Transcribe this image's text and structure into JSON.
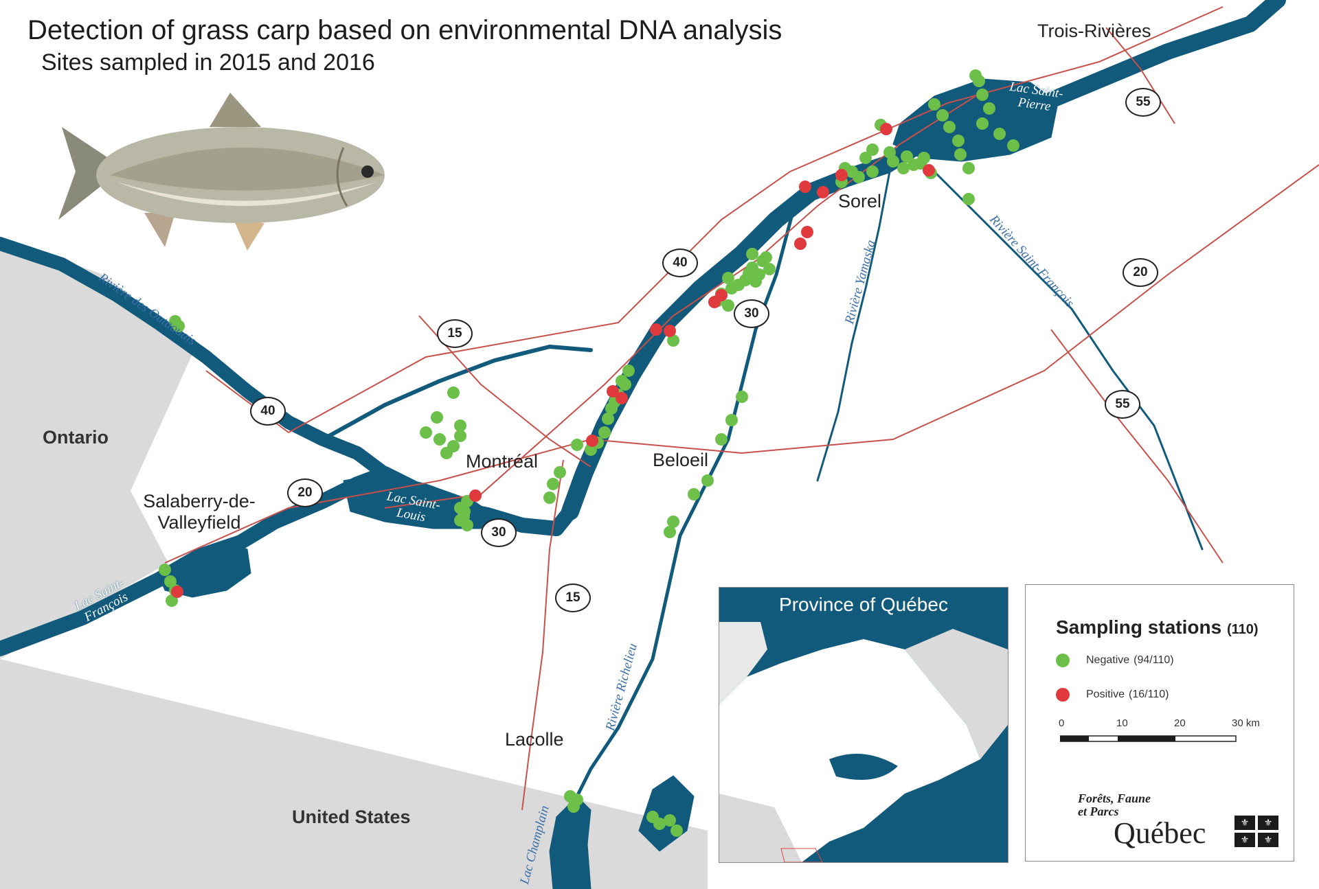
{
  "title": "Detection of grass carp based on environmental DNA analysis",
  "subtitle": "Sites sampled in 2015 and 2016",
  "places": {
    "trois_rivieres": "Trois-Rivières",
    "sorel": "Sorel",
    "montreal": "Montréal",
    "beloeil": "Beloeil",
    "salaberry": "Salaberry-de-Valleyfield",
    "lacolle": "Lacolle"
  },
  "regions": {
    "ontario": "Ontario",
    "united_states": "United States"
  },
  "water_labels": {
    "lac_saint_pierre": "Lac Saint-Pierre",
    "lac_saint_louis": "Lac Saint-Louis",
    "lac_saint_francois": "Lac Saint-François",
    "riviere_outaouais": "Rivière des Outaouais",
    "riviere_yamaska": "Rivière Yamaska",
    "riviere_saint_francois": "Rivière Saint-François",
    "riviere_richelieu": "Rivière Richelieu",
    "lac_champlain": "Lac Champlain"
  },
  "highways": [
    "55",
    "55",
    "40",
    "40",
    "30",
    "30",
    "15",
    "15",
    "20",
    "20"
  ],
  "inset": {
    "title": "Province of Québec"
  },
  "legend": {
    "title": "Sampling stations",
    "total": "(110)",
    "negative_label": "Negative",
    "negative_count": "(94/110)",
    "positive_label": "Positive",
    "positive_count": "(16/110)",
    "scale_ticks": [
      "0",
      "10",
      "20",
      "30 km"
    ]
  },
  "agency": {
    "line1": "Forêts, Faune",
    "line2": "et Parcs",
    "wordmark": "Québec"
  },
  "colors": {
    "water": "#115a7b",
    "negative": "#6cc04a",
    "positive": "#e03a3e",
    "road": "#c8504a",
    "land_outside": "#dadada"
  },
  "station_summary": {
    "negative": 94,
    "positive": 16,
    "total": 110
  }
}
